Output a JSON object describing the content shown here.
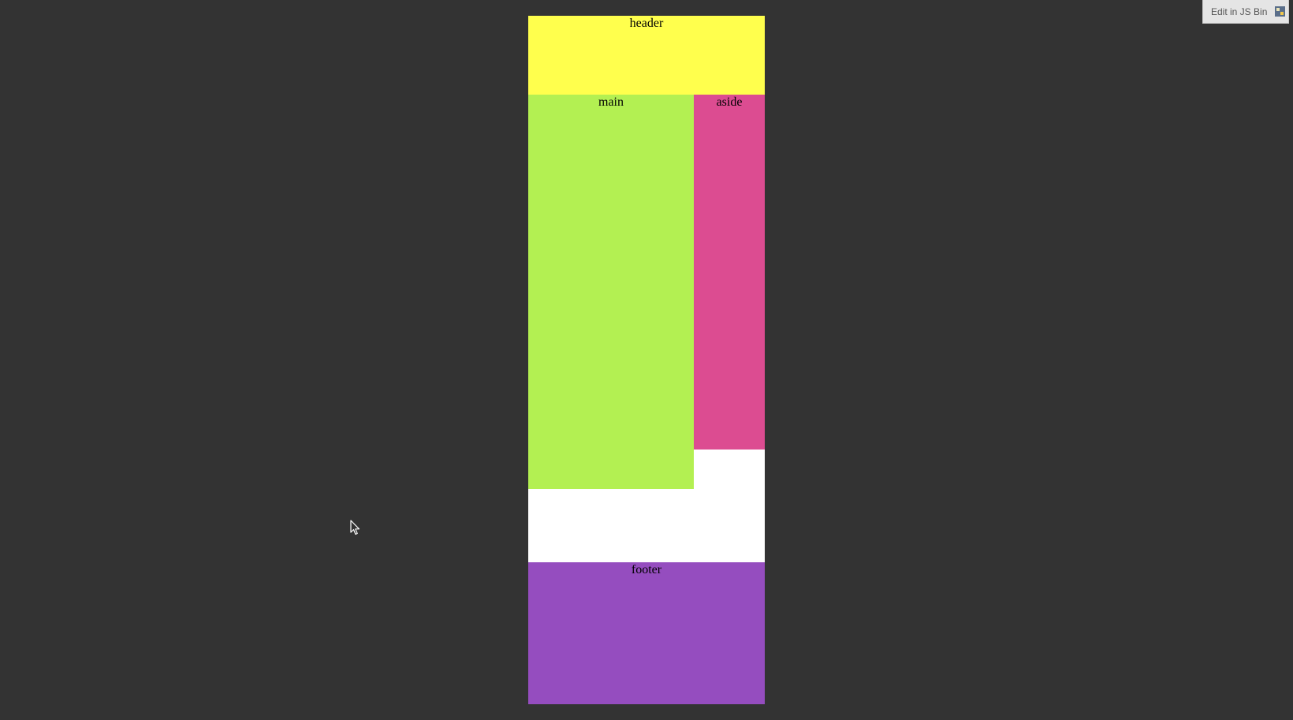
{
  "layout": {
    "header": {
      "label": "header",
      "color": "#ffff4d"
    },
    "main": {
      "label": "main",
      "color": "#b3f052"
    },
    "aside": {
      "label": "aside",
      "color": "#dc4c91"
    },
    "footer": {
      "label": "footer",
      "color": "#954dbf"
    },
    "background": "#ffffff"
  },
  "jsbin_button": {
    "label": "Edit in JS Bin",
    "icon": "jsbin-logo-icon"
  },
  "page_background": "#333333",
  "cursor": {
    "icon": "mouse-pointer-icon"
  }
}
